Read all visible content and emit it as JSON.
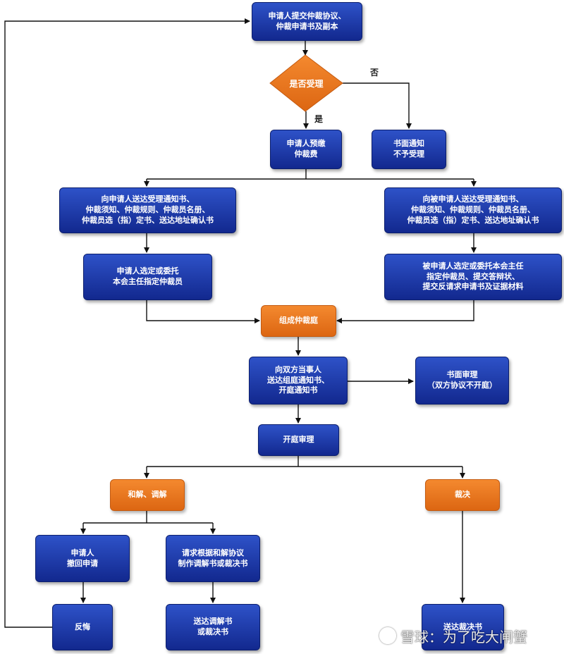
{
  "nodes": {
    "submit": "申请人提交仲裁协议、\n仲裁申请书及副本",
    "accept": "是否受理",
    "prepay": "申请人预缴\n仲裁费",
    "reject_notice": "书面通知\n不予受理",
    "notify_applicant": "向申请人送达受理通知书、\n仲裁须知、仲裁规则、仲裁员名册、\n仲裁员选（指）定书、送达地址确认书",
    "notify_respondent": "向被申请人送达受理通知书、\n仲裁须知、仲裁规则、仲裁员名册、\n仲裁员选（指）定书、送达地址确认书",
    "applicant_select": "申请人选定或委托\n本会主任指定仲裁员",
    "respondent_select": "被申请人选定或委托本会主任\n指定仲裁员、提交答辩状、\n提交反请求申请书及证据材料",
    "form_tribunal": "组成仲裁庭",
    "notify_parties": "向双方当事人\n送达组庭通知书、\n开庭通知书",
    "written_review": "书面审理\n（双方协议不开庭）",
    "hearing": "开庭审理",
    "mediation": "和解、调解",
    "award": "裁决",
    "withdraw": "申请人\n撤回申请",
    "request_doc": "请求根据和解协议\n制作调解书或裁决书",
    "regret": "反悔",
    "deliver_mediation": "送达调解书\n或裁决书",
    "deliver_award": "送达裁决书"
  },
  "labels": {
    "no": "否",
    "yes": "是"
  },
  "watermark": "雪球：为了吃大闸蟹",
  "colors": {
    "blue": "#1c3aa6",
    "orange": "#e8761f",
    "line": "#111111"
  }
}
